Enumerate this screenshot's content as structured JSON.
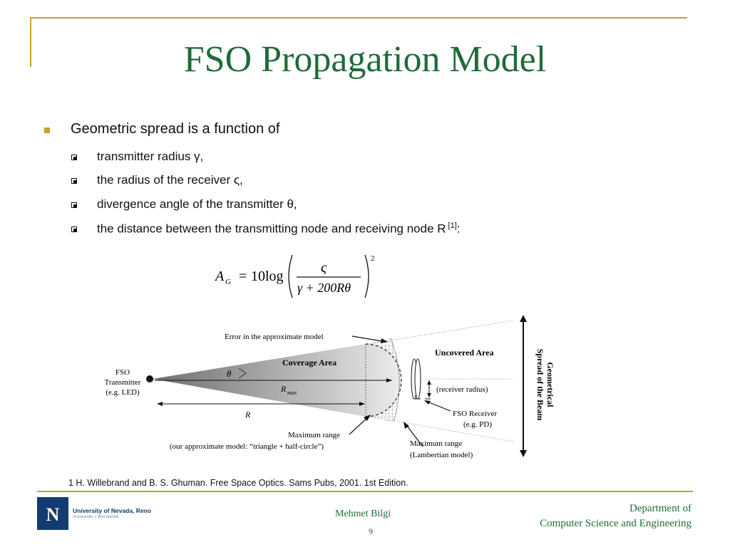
{
  "slide": {
    "title": "FSO Propagation Model",
    "bullets": {
      "main": "Geometric spread is a function of",
      "sub": [
        "transmitter radius γ,",
        "the radius of the receiver ς,",
        "divergence angle of the transmitter  θ,",
        "the distance between the transmitting node and receiving node R"
      ],
      "sub4_ref": "[1]",
      "sub4_tail": ":"
    },
    "formula": {
      "lhs": "A",
      "lhs_sub": "G",
      "equals": "=",
      "coef": "10log",
      "numerator": "ς",
      "denominator": "γ + 200Rθ",
      "exponent": "2"
    },
    "diagram": {
      "error_label": "Error in the approximate model",
      "coverage_label": "Coverage Area",
      "uncovered_label": "Uncovered Area",
      "theta_label": "θ",
      "rmax_label": "R",
      "rmax_sub": "max",
      "r_label": "R",
      "tx_label_1": "FSO",
      "tx_label_2": "Transmitter",
      "tx_label_3": "(e.g. LED)",
      "receiver_radius_label": "(receiver radius)",
      "rx_label_1": "FSO Receiver",
      "rx_label_2": "(e.g. PD)",
      "max_range_1": "Maximum range",
      "max_range_2": "(our approximate model: “triangle + half-circle”)",
      "lambert_1": "Maximum range",
      "lambert_2": "(Lambertian model)",
      "spread_1": "Geometrical",
      "spread_2": "Spread of the Beam"
    },
    "footnote": "1 H. Willebrand and B. S. Ghuman. Free Space Optics. Sams Pubs, 2001. 1st Edition.",
    "logo": {
      "text": "University of Nevada, Reno",
      "sub": "Statewide • Worldwide",
      "letter": "N"
    },
    "author": "Mehmet Bilgi",
    "page": "9",
    "dept_line1": "Department of",
    "dept_line2": "Computer Science and Engineering",
    "colors": {
      "accent": "#c9a227",
      "title": "#1f6b3a",
      "logo": "#123b70"
    }
  }
}
